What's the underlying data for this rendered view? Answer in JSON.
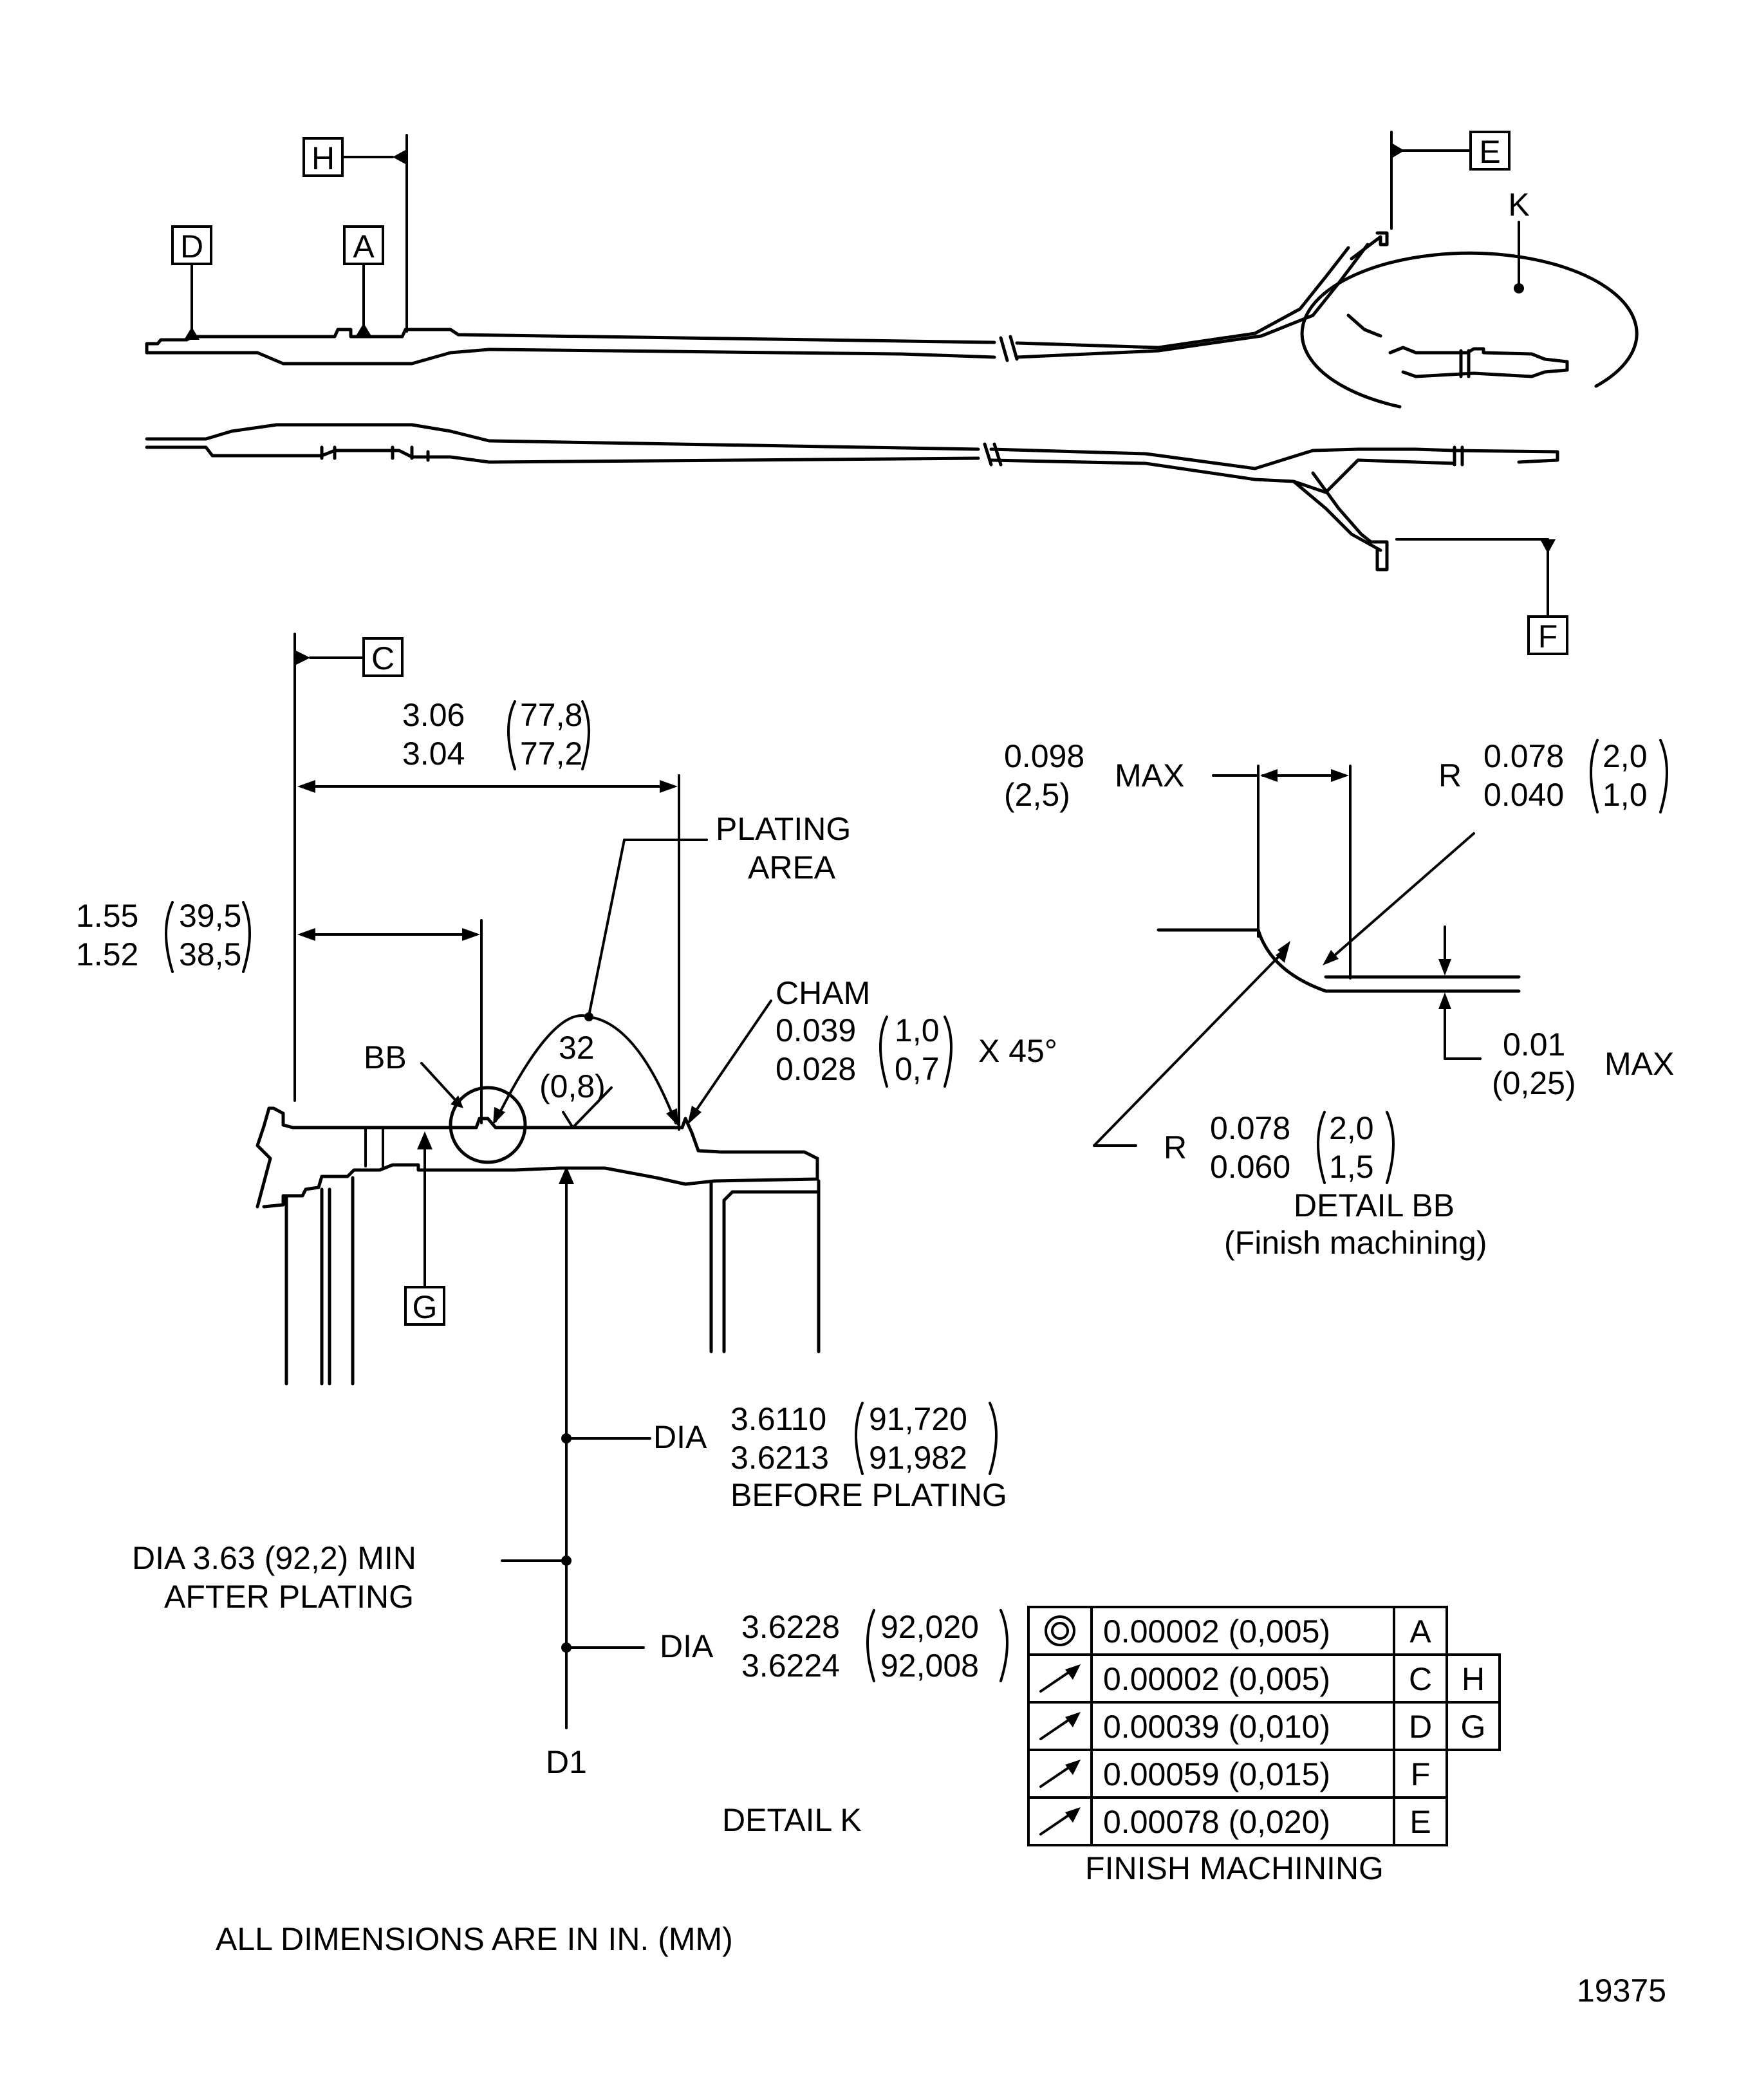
{
  "datums": {
    "D": "D",
    "A": "A",
    "H": "H",
    "E": "E",
    "K": "K",
    "F": "F",
    "C": "C",
    "G": "G"
  },
  "detail_k": {
    "dim_306": {
      "in_top": "3.06",
      "mm_top": "77,8",
      "in_bot": "3.04",
      "mm_bot": "77,2"
    },
    "dim_155": {
      "in_top": "1.55",
      "mm_top": "39,5",
      "in_bot": "1.52",
      "mm_bot": "38,5"
    },
    "plating_area": {
      "line1": "PLATING",
      "line2": "AREA"
    },
    "cham": {
      "label": "CHAM",
      "in_top": "0.039",
      "mm_top": "1,0",
      "in_bot": "0.028",
      "mm_bot": "0,7",
      "suffix": "X 45°"
    },
    "bb_label": "BB",
    "finish": {
      "val": "32",
      "mm": "(0,8)"
    },
    "dia_before": {
      "prefix": "DIA",
      "in_top": "3.6110",
      "mm_top": "91,720",
      "in_bot": "3.6213",
      "mm_bot": "91,982",
      "note": "BEFORE PLATING"
    },
    "dia_after": {
      "line1": "DIA 3.63 (92,2) MIN",
      "line2": "AFTER PLATING"
    },
    "dia_final": {
      "prefix": "DIA",
      "in_top": "3.6228",
      "mm_top": "92,020",
      "in_bot": "3.6224",
      "mm_bot": "92,008"
    },
    "d1": "D1",
    "title": "DETAIL K"
  },
  "detail_bb": {
    "max_width": {
      "in": "0.098",
      "mm": "(2,5)",
      "suffix": "MAX"
    },
    "r_top": {
      "prefix": "R",
      "in_top": "0.078",
      "mm_top": "2,0",
      "in_bot": "0.040",
      "mm_bot": "1,0"
    },
    "step": {
      "in": "0.01",
      "mm": "(0,25)",
      "suffix": "MAX"
    },
    "r_bot": {
      "prefix": "R",
      "in_top": "0.078",
      "mm_top": "2,0",
      "in_bot": "0.060",
      "mm_bot": "1,5"
    },
    "title": "DETAIL BB",
    "subtitle": "(Finish machining)"
  },
  "tolerance_table": {
    "rows": [
      {
        "symbol": "concentricity-icon",
        "tol": "0.00002 (0,005)",
        "d1": "A",
        "d2": ""
      },
      {
        "symbol": "runout-icon",
        "tol": "0.00002 (0,005)",
        "d1": "C",
        "d2": "H"
      },
      {
        "symbol": "runout-icon",
        "tol": "0.00039 (0,010)",
        "d1": "D",
        "d2": "G"
      },
      {
        "symbol": "runout-icon",
        "tol": "0.00059 (0,015)",
        "d1": "F",
        "d2": ""
      },
      {
        "symbol": "runout-icon",
        "tol": "0.00078 (0,020)",
        "d1": "E",
        "d2": ""
      }
    ],
    "caption": "FINISH MACHINING"
  },
  "footer": {
    "note": "ALL DIMENSIONS ARE IN IN. (MM)",
    "figure_number": "19375"
  }
}
